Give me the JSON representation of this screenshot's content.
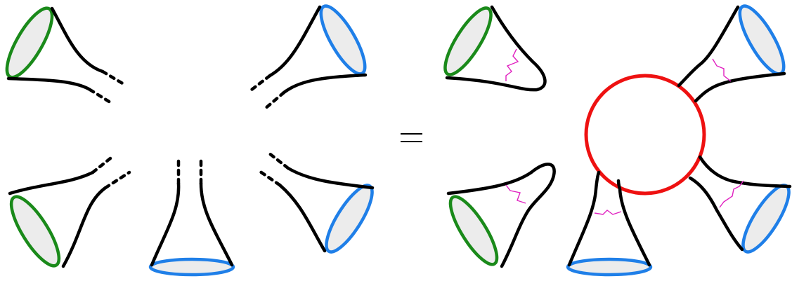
{
  "colors": {
    "green": "#1a8a1a",
    "blue": "#1f7fe8",
    "red": "#ee1111",
    "magenta": "#e020c0",
    "fill": "#ececec",
    "stroke": "#000000"
  },
  "equation": {
    "operator": "="
  },
  "left_side": {
    "open_legs": [
      {
        "boundary": "green"
      },
      {
        "boundary": "green"
      },
      {
        "boundary": "blue"
      },
      {
        "boundary": "blue"
      },
      {
        "boundary": "blue"
      }
    ]
  },
  "right_side": {
    "closed_green_legs": [
      {
        "boundary": "green",
        "wormhole": "magenta"
      },
      {
        "boundary": "green",
        "wormhole": "magenta"
      }
    ],
    "central_blob": {
      "color": "red"
    },
    "blue_legs_attached": [
      {
        "boundary": "blue",
        "wormhole": "magenta"
      },
      {
        "boundary": "blue",
        "wormhole": "magenta"
      },
      {
        "boundary": "blue",
        "wormhole": "magenta"
      }
    ]
  }
}
